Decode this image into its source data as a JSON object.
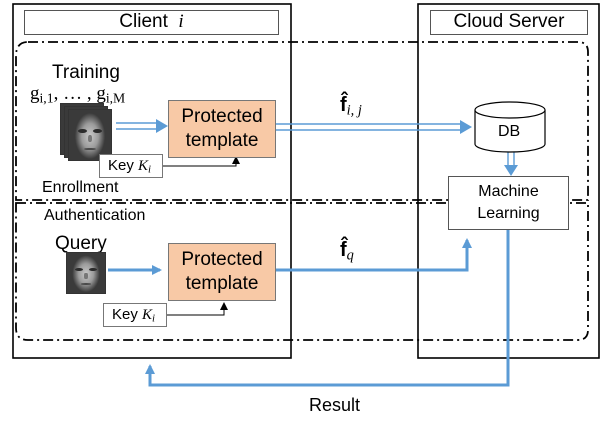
{
  "client": {
    "title": "Client",
    "title_var": "i"
  },
  "server": {
    "title": "Cloud Server"
  },
  "training": {
    "label": "Training",
    "seq_start": "g",
    "seq_start_sub": "i,1",
    "seq_mid": ", … , ",
    "seq_end": "g",
    "seq_end_sub": "i,M"
  },
  "query": {
    "label": "Query"
  },
  "protected_template": {
    "line1": "Protected",
    "line2": "template"
  },
  "key": {
    "label": "Key ",
    "var": "K",
    "sub": "i"
  },
  "enrollment": {
    "label": "Enrollment"
  },
  "authentication": {
    "label": "Authentication"
  },
  "db": {
    "label": "DB"
  },
  "machine_learning": {
    "line1": "Machine",
    "line2": "Learning"
  },
  "feature_enroll": {
    "base": "f̂",
    "sub": "i, j"
  },
  "feature_query": {
    "base": "f̂",
    "sub": "q"
  },
  "result": {
    "label": "Result"
  },
  "colors": {
    "arrow": "#5b9bd5",
    "template_fill": "#f8c9a6",
    "border": "#000000"
  }
}
